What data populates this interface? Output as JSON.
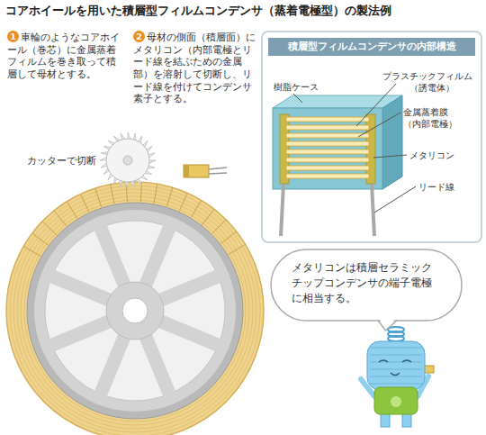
{
  "diagram": {
    "title": "コアホイールを用いた積層型フィルムコンデンサ（蒸着電極型）の製法例",
    "nodes": [
      {
        "text": [
          "積層型フィルムコンデンサの内部構造"
        ]
      },
      {
        "text": [
          "メタリコンは積層セラミックチップコンデンサの端子電極に相当する。"
        ]
      }
    ],
    "labels": [
      "1",
      "車輪のようなコアホイール（巻芯）に金属蒸着フィルムを巻き取って積層して母材とする。",
      "2",
      "母材の側面（積層面）にメタリコン（内部電極とリード線を結ぶための金属部）を溶射して切断し、リード線を付けてコンデンサ素子とする。",
      "カッターで切断",
      "樹脂ケース",
      "プラスチックフィルム",
      "（誘電体）",
      "金属蒸着膜",
      "（内部電極）",
      "メタリコン",
      "リード線"
    ]
  }
}
